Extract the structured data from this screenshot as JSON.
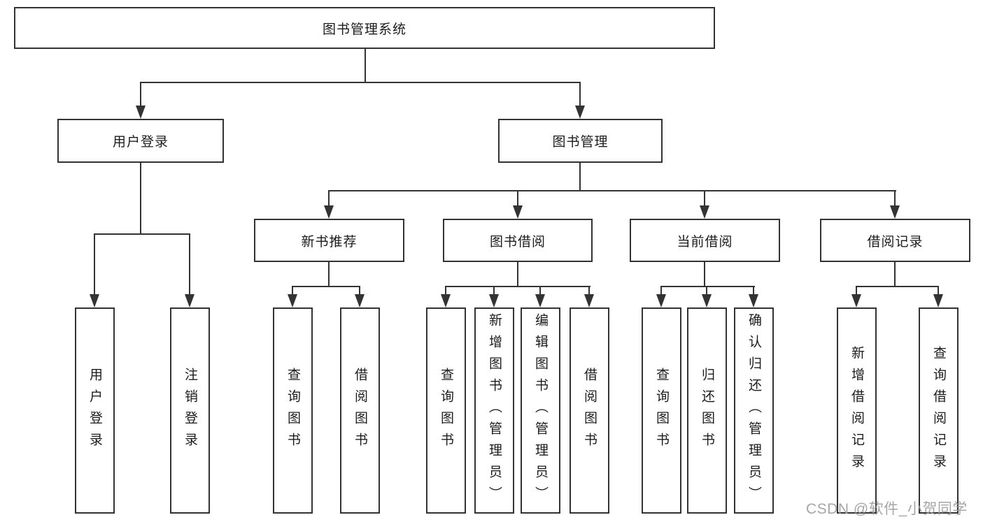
{
  "tree": {
    "root": {
      "label": "图书管理系统"
    },
    "children": [
      {
        "label": "用户登录",
        "children": [
          {
            "label": "用户登录"
          },
          {
            "label": "注销登录"
          }
        ]
      },
      {
        "label": "图书管理",
        "children": [
          {
            "label": "新书推荐",
            "children": [
              {
                "label": "查询图书"
              },
              {
                "label": "借阅图书"
              }
            ]
          },
          {
            "label": "图书借阅",
            "children": [
              {
                "label": "查询图书"
              },
              {
                "label": "新增图书（管理员）"
              },
              {
                "label": "编辑图书（管理员）"
              },
              {
                "label": "借阅图书"
              }
            ]
          },
          {
            "label": "当前借阅",
            "children": [
              {
                "label": "查询图书"
              },
              {
                "label": "归还图书"
              },
              {
                "label": "确认归还（管理员）"
              }
            ]
          },
          {
            "label": "借阅记录",
            "children": [
              {
                "label": "新增借阅记录"
              },
              {
                "label": "查询借阅记录"
              }
            ]
          }
        ]
      }
    ]
  },
  "watermark": {
    "text": "CSDN @软件_小贺同学"
  },
  "colors": {
    "line": "#333333",
    "text": "#1c1c1c",
    "background": "#ffffff",
    "watermark": "#9e9e9e"
  }
}
